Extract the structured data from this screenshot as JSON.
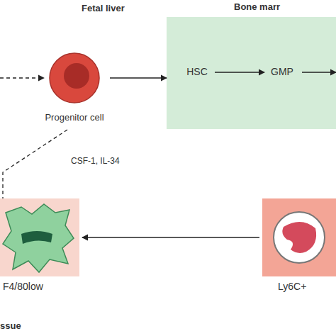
{
  "diagram": {
    "nodes": [
      {
        "text": [
          "Progenitor cell"
        ]
      },
      {
        "text": [
          "Bone marr"
        ]
      },
      {
        "text": [
          "HSC"
        ],
        "in": 1
      },
      {
        "text": [
          "GMP"
        ],
        "in": 1
      },
      {
        "text": [
          "F4/80low"
        ]
      },
      {
        "text": [
          "Ly6C+"
        ]
      }
    ],
    "edges": [
      {
        "from": 0,
        "to": 1,
        "arrow": "to"
      },
      {
        "from": 2,
        "to": 3,
        "arrow": "to"
      },
      {
        "from": 0,
        "to": 4,
        "label": "CSF-1, IL-34",
        "arrow": "none"
      },
      {
        "from": 5,
        "to": 4,
        "arrow": "to"
      }
    ],
    "labels": [
      "Fetal liver",
      "ssue"
    ]
  }
}
